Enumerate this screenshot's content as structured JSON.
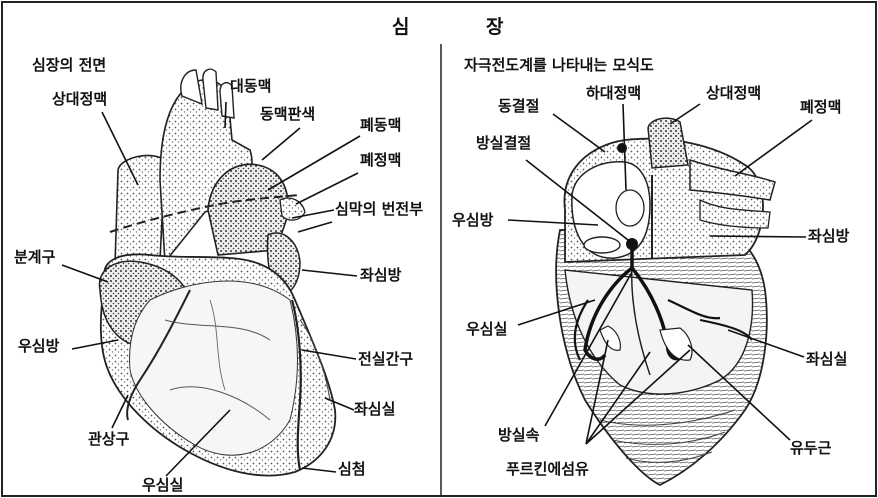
{
  "title_left": "심",
  "title_right": "장",
  "left_panel": {
    "subtitle": "심장의 전면",
    "labels": {
      "svc": "상대정맥",
      "aorta": "대동맥",
      "arch": "동맥판색",
      "pulm_artery": "폐동맥",
      "pulm_vein": "폐정맥",
      "pericardium": "심막의 번전부",
      "left_atrium": "좌심방",
      "sulcus_terminalis": "분계구",
      "right_atrium": "우심방",
      "anterior_groove": "전실간구",
      "left_ventricle": "좌심실",
      "coronary_groove": "관상구",
      "right_ventricle": "우심실",
      "apex": "심첨"
    }
  },
  "right_panel": {
    "subtitle": "자극전도계를 나타내는 모식도",
    "labels": {
      "sa_node": "동결절",
      "ivc": "하대정맥",
      "svc": "상대정맥",
      "pulm_vein": "폐정맥",
      "av_node": "방실결절",
      "right_atrium": "우심방",
      "left_atrium": "좌심방",
      "right_ventricle": "우심실",
      "left_ventricle": "좌심실",
      "av_bundle": "방실속",
      "papillary": "유두근",
      "purkinje": "푸르킨에섬유"
    }
  }
}
